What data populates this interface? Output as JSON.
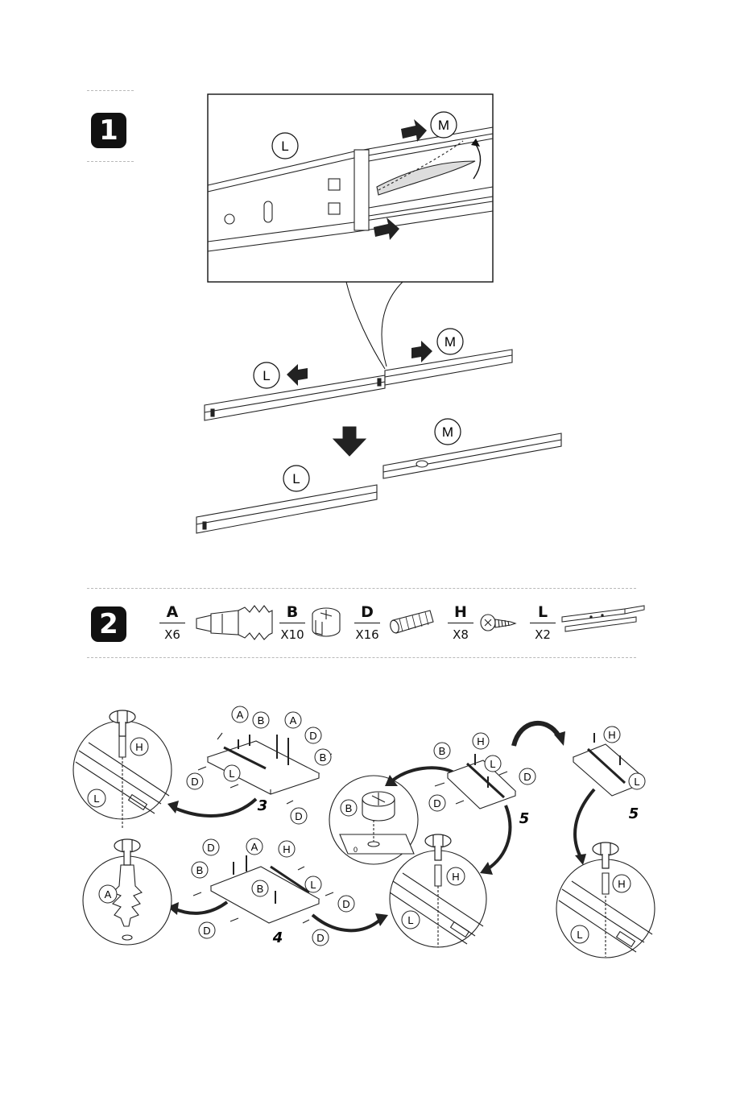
{
  "step1": {
    "badge": "1",
    "callouts": {
      "zoom_rail_outer": "L",
      "zoom_rail_inner": "M",
      "top_rail_outer": "L",
      "top_rail_inner": "M",
      "bottom_rail_outer": "L",
      "bottom_rail_inner": "M"
    }
  },
  "step2": {
    "badge": "2",
    "parts": [
      {
        "letter": "A",
        "count": "X6",
        "icon": "dowel-bolt-icon"
      },
      {
        "letter": "B",
        "count": "X10",
        "icon": "cam-lock-icon"
      },
      {
        "letter": "D",
        "count": "X16",
        "icon": "wood-dowel-icon"
      },
      {
        "letter": "H",
        "count": "X8",
        "icon": "screw-icon"
      },
      {
        "letter": "L",
        "count": "X2",
        "icon": "drawer-rail-icon"
      }
    ]
  },
  "assembly": {
    "labels": {
      "A": "A",
      "B": "B",
      "D": "D",
      "H": "H",
      "L": "L"
    },
    "panel_numbers": {
      "p3": "3",
      "p4": "4",
      "p5a": "5",
      "p5b": "5"
    },
    "cam_detail_mark": "0"
  }
}
